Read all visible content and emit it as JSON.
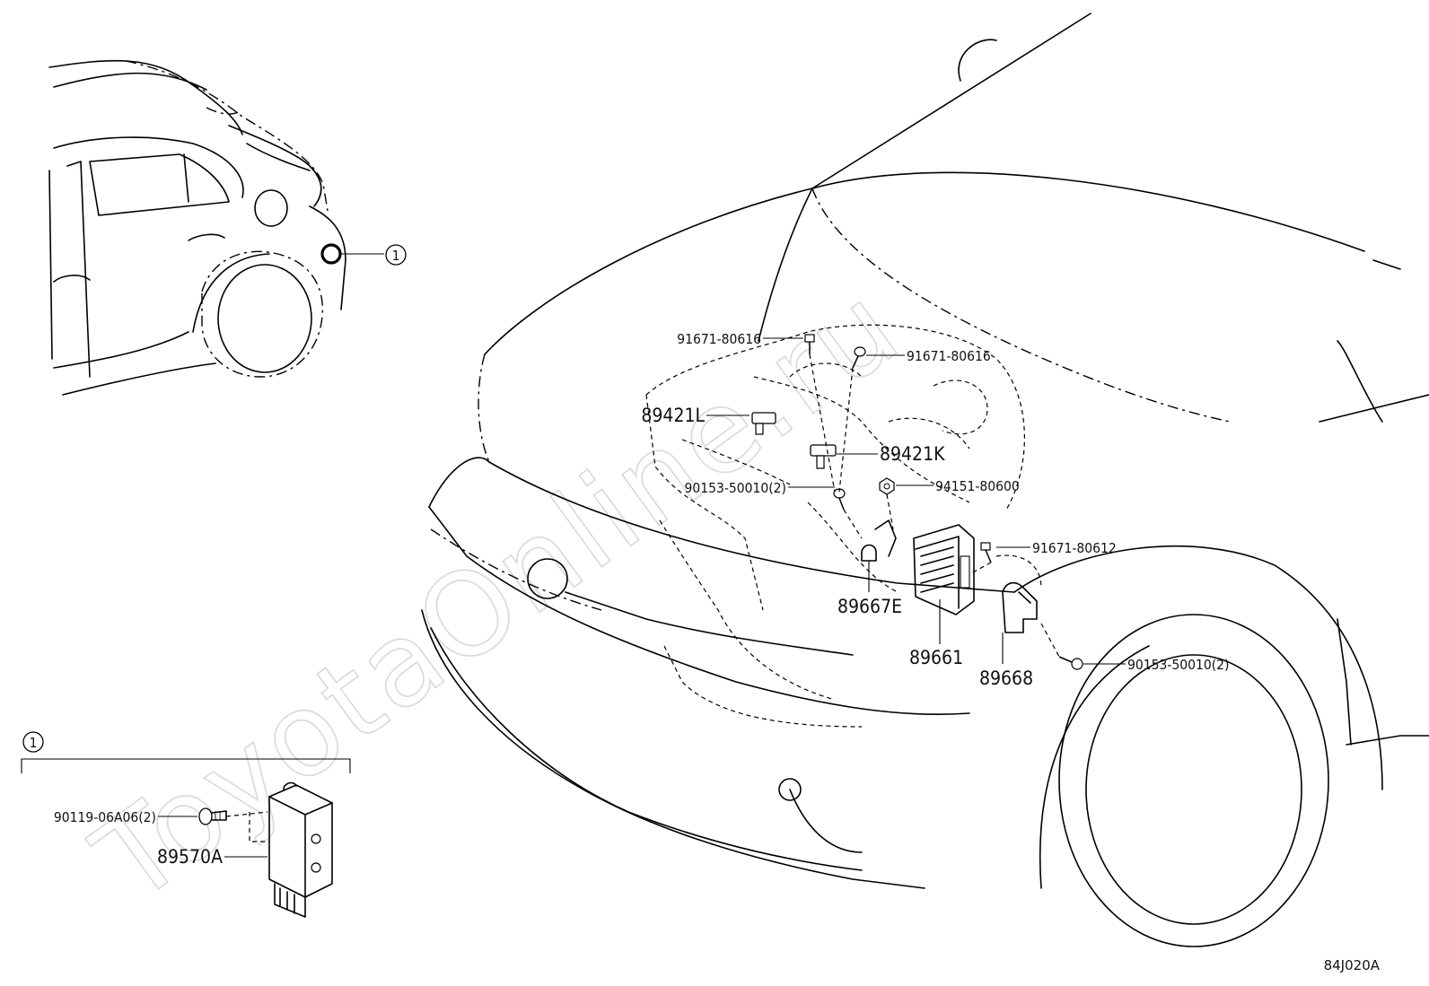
{
  "watermark": "ToyotaOnline.ru",
  "diagram_code": "84J020A",
  "callout": "1",
  "detail_header": "1",
  "parts": {
    "p91671_80616_a": "91671-80616",
    "p91671_80616_b": "91671-80616",
    "p89421L": "89421L",
    "p89421K": "89421K",
    "p90153_50010_a": "90153-50010(2)",
    "p94151_80600": "94151-80600",
    "p91671_80612": "91671-80612",
    "p89667E": "89667E",
    "p89661": "89661",
    "p89668": "89668",
    "p90153_50010_b": "90153-50010(2)",
    "p90119_06A06": "90119-06A06(2)",
    "p89570A": "89570A"
  }
}
